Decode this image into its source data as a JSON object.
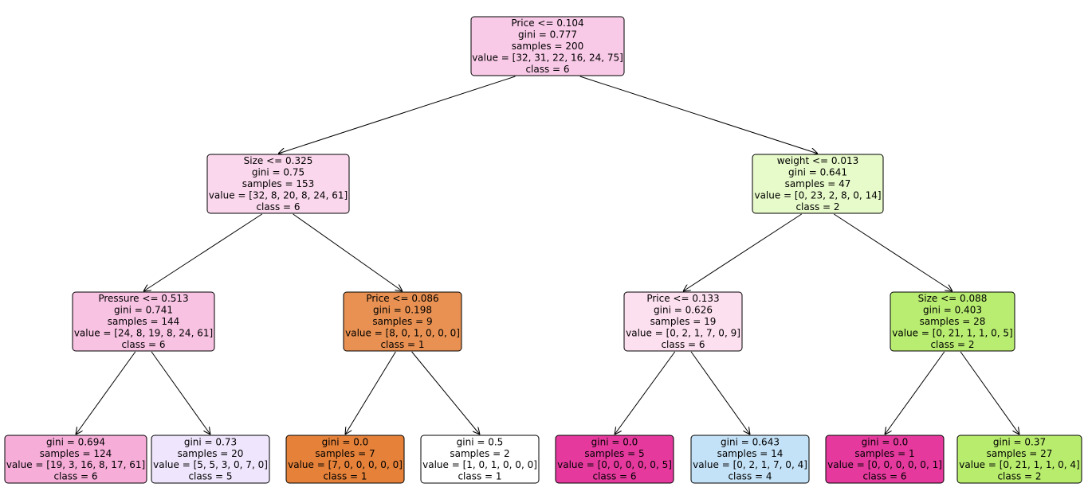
{
  "tree": {
    "nodes": [
      {
        "id": "n0",
        "lines": [
          "Price <= 0.104",
          "gini = 0.777",
          "samples = 200",
          "value = [32, 31, 22, 16, 24, 75]",
          "class = 6"
        ],
        "fill": "#f9cae7"
      },
      {
        "id": "n1",
        "lines": [
          "Size <= 0.325",
          "gini = 0.75",
          "samples = 153",
          "value = [32, 8, 20, 8, 24, 61]",
          "class = 6"
        ],
        "fill": "#fad7ec"
      },
      {
        "id": "n2",
        "lines": [
          "weight  <= 0.013",
          "gini = 0.641",
          "samples = 47",
          "value = [0, 23, 2, 8, 0, 14]",
          "class = 2"
        ],
        "fill": "#e7fac9"
      },
      {
        "id": "n3",
        "lines": [
          "Pressure <= 0.513",
          "gini = 0.741",
          "samples = 144",
          "value = [24, 8, 19, 8, 24, 61]",
          "class = 6"
        ],
        "fill": "#f8c2e2"
      },
      {
        "id": "n4",
        "lines": [
          "Price <= 0.086",
          "gini = 0.198",
          "samples = 9",
          "value = [8, 0, 1, 0, 0, 0]",
          "class = 1"
        ],
        "fill": "#e89152"
      },
      {
        "id": "n5",
        "lines": [
          "Price <= 0.133",
          "gini = 0.626",
          "samples = 19",
          "value = [0, 2, 1, 7, 0, 9]",
          "class = 6"
        ],
        "fill": "#fde0ef"
      },
      {
        "id": "n6",
        "lines": [
          "Size <= 0.088",
          "gini = 0.403",
          "samples = 28",
          "value = [0, 21, 1, 1, 0, 5]",
          "class = 2"
        ],
        "fill": "#b9ed71"
      },
      {
        "id": "n7",
        "lines": [
          "gini = 0.694",
          "samples = 124",
          "value = [19, 3, 16, 8, 17, 61]",
          "class = 6"
        ],
        "fill": "#f6add8"
      },
      {
        "id": "n8",
        "lines": [
          "gini = 0.73",
          "samples = 20",
          "value = [5, 5, 3, 0, 7, 0]",
          "class = 5"
        ],
        "fill": "#efe5fc"
      },
      {
        "id": "n9",
        "lines": [
          "gini = 0.0",
          "samples = 7",
          "value = [7, 0, 0, 0, 0, 0]",
          "class = 1"
        ],
        "fill": "#e58139"
      },
      {
        "id": "n10",
        "lines": [
          "gini = 0.5",
          "samples = 2",
          "value = [1, 0, 1, 0, 0, 0]",
          "class = 1"
        ],
        "fill": "#ffffff"
      },
      {
        "id": "n11",
        "lines": [
          "gini = 0.0",
          "samples = 5",
          "value = [0, 0, 0, 0, 0, 5]",
          "class = 6"
        ],
        "fill": "#e5399d"
      },
      {
        "id": "n12",
        "lines": [
          "gini = 0.643",
          "samples = 14",
          "value = [0, 2, 1, 7, 0, 4]",
          "class = 4"
        ],
        "fill": "#c4e2f7"
      },
      {
        "id": "n13",
        "lines": [
          "gini = 0.0",
          "samples = 1",
          "value = [0, 0, 0, 0, 0, 1]",
          "class = 6"
        ],
        "fill": "#e5399d"
      },
      {
        "id": "n14",
        "lines": [
          "gini = 0.37",
          "samples = 27",
          "value = [0, 21, 1, 1, 0, 4]",
          "class = 2"
        ],
        "fill": "#b8ec6d"
      }
    ],
    "edges": [
      [
        "n0",
        "n1"
      ],
      [
        "n0",
        "n2"
      ],
      [
        "n1",
        "n3"
      ],
      [
        "n1",
        "n4"
      ],
      [
        "n2",
        "n5"
      ],
      [
        "n2",
        "n6"
      ],
      [
        "n3",
        "n7"
      ],
      [
        "n3",
        "n8"
      ],
      [
        "n4",
        "n9"
      ],
      [
        "n4",
        "n10"
      ],
      [
        "n5",
        "n11"
      ],
      [
        "n5",
        "n12"
      ],
      [
        "n6",
        "n13"
      ],
      [
        "n6",
        "n14"
      ]
    ]
  }
}
